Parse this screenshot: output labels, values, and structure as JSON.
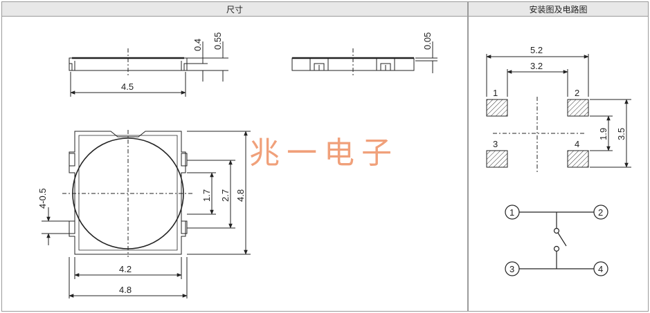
{
  "headers": {
    "dimensions": "尺寸",
    "mounting": "安装图及电路图"
  },
  "watermark": "兆一电子",
  "dimensions": {
    "side_h1": "0.4",
    "side_h2": "0.55",
    "side_w": "4.5",
    "side2_h": "0.05",
    "pin_w": "4-0.5",
    "inner_a": "1.7",
    "inner_b": "2.7",
    "outer_h": "4.8",
    "bottom_inner_w": "4.2",
    "bottom_outer_w": "4.8"
  },
  "footprint": {
    "outer_w": "5.2",
    "inner_w": "3.2",
    "inner_h": "1.9",
    "outer_h": "3.5",
    "pads": [
      "1",
      "2",
      "3",
      "4"
    ]
  },
  "circuit": {
    "nodes": [
      "1",
      "2",
      "3",
      "4"
    ]
  }
}
